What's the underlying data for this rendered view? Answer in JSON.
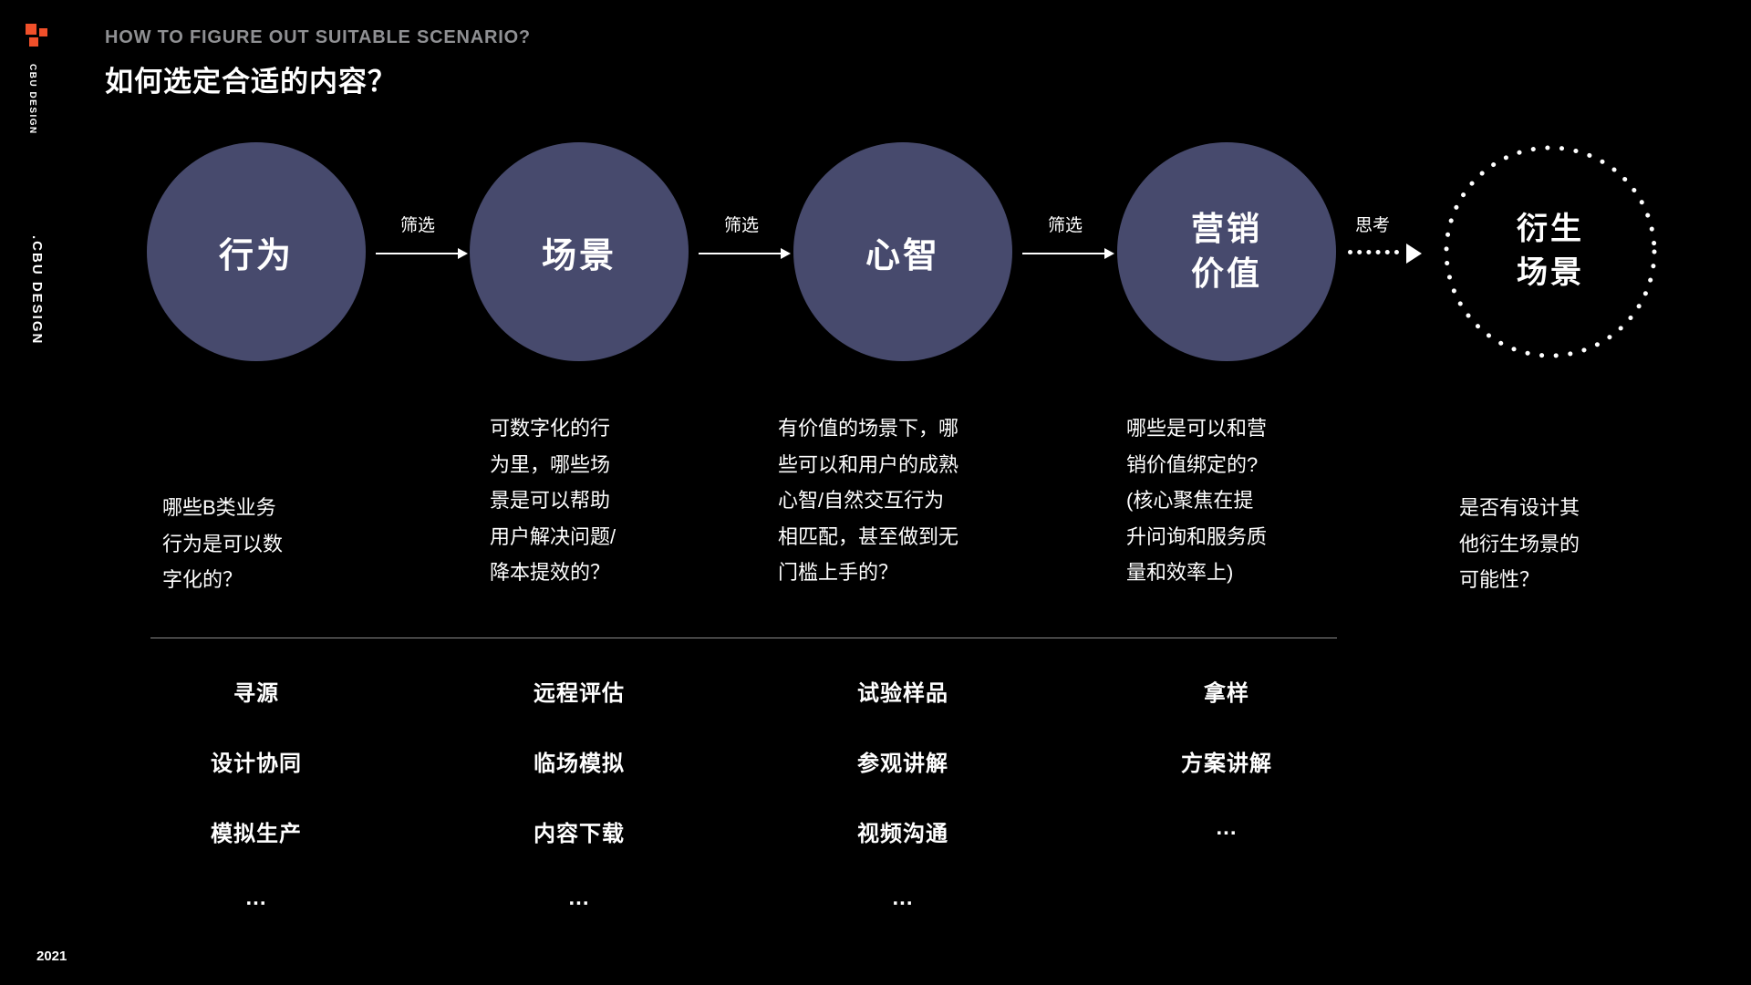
{
  "header": {
    "title_en": "HOW TO FIGURE OUT SUITABLE SCENARIO?",
    "title_zh": "如何选定合适的内容？"
  },
  "brand": {
    "logo_text": "CBU DESIGN",
    "side_text": ".CBU DESIGN",
    "year": "2021"
  },
  "colors": {
    "background": "#000000",
    "circle_fill": "#474a6d",
    "accent_orange": "#f0502a",
    "title_gray": "#8f9093",
    "text_white": "#ffffff"
  },
  "flow": {
    "nodes": [
      {
        "label": "行为",
        "style": "solid"
      },
      {
        "label": "场景",
        "style": "solid"
      },
      {
        "label": "心智",
        "style": "solid"
      },
      {
        "label": "营销\n价值",
        "style": "solid"
      },
      {
        "label": "衍生\n场景",
        "style": "dotted"
      }
    ],
    "connectors": [
      {
        "label": "筛选",
        "style": "solid-arrow"
      },
      {
        "label": "筛选",
        "style": "solid-arrow"
      },
      {
        "label": "筛选",
        "style": "solid-arrow"
      },
      {
        "label": "思考",
        "style": "dotted-arrow"
      }
    ]
  },
  "columns": [
    {
      "question": "哪些B类业务\n行为是可以数\n字化的？",
      "items": [
        "寻源",
        "设计协同",
        "模拟生产",
        "..."
      ]
    },
    {
      "question": "可数字化的行\n为里，哪些场\n景是可以帮助\n用户解决问题/\n降本提效的？",
      "items": [
        "远程评估",
        "临场模拟",
        "内容下载",
        "..."
      ]
    },
    {
      "question": "有价值的场景下，哪\n些可以和用户的成熟\n心智/自然交互行为\n相匹配，甚至做到无\n门槛上手的？",
      "items": [
        "试验样品",
        "参观讲解",
        "视频沟通",
        "..."
      ]
    },
    {
      "question": "哪些是可以和营\n销价值绑定的?\n(核心聚焦在提\n升问询和服务质\n量和效率上)",
      "items": [
        "拿样",
        "方案讲解",
        "..."
      ]
    },
    {
      "question": "是否有设计其\n他衍生场景的\n可能性？",
      "items": []
    }
  ]
}
